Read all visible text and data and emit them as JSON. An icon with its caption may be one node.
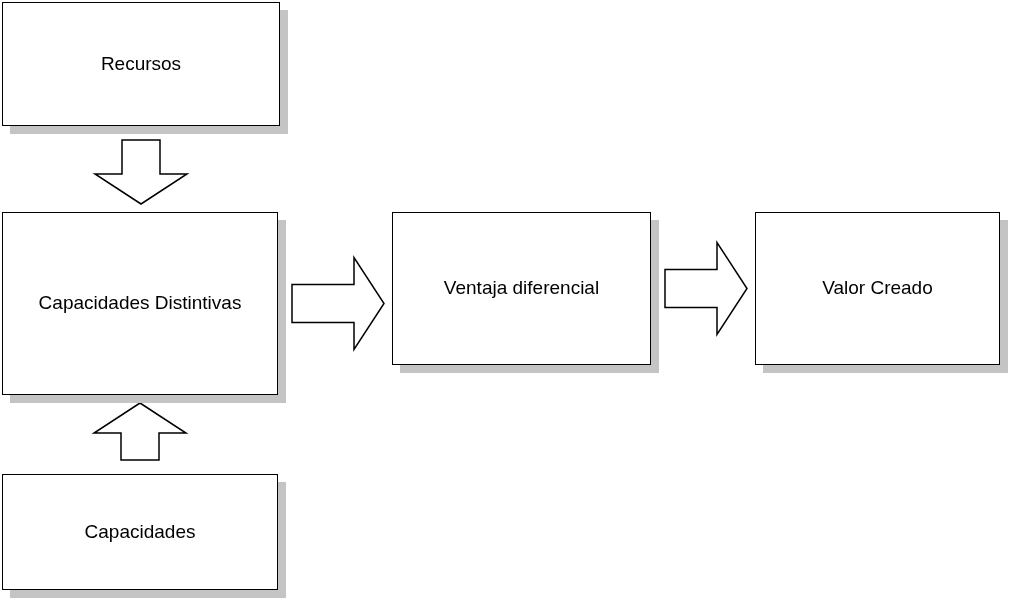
{
  "diagram": {
    "nodes": [
      {
        "text": [
          "Recursos"
        ]
      },
      {
        "text": [
          "Capacidades Distintivas"
        ]
      },
      {
        "text": [
          "Ventaja diferencial"
        ]
      },
      {
        "text": [
          "Valor Creado"
        ]
      },
      {
        "text": [
          "Capacidades"
        ]
      }
    ],
    "edges": [
      {
        "from": 0,
        "to": 1,
        "arrow": "to"
      },
      {
        "from": 4,
        "to": 1,
        "arrow": "to"
      },
      {
        "from": 1,
        "to": 2,
        "arrow": "to"
      },
      {
        "from": 2,
        "to": 3,
        "arrow": "to"
      }
    ]
  }
}
